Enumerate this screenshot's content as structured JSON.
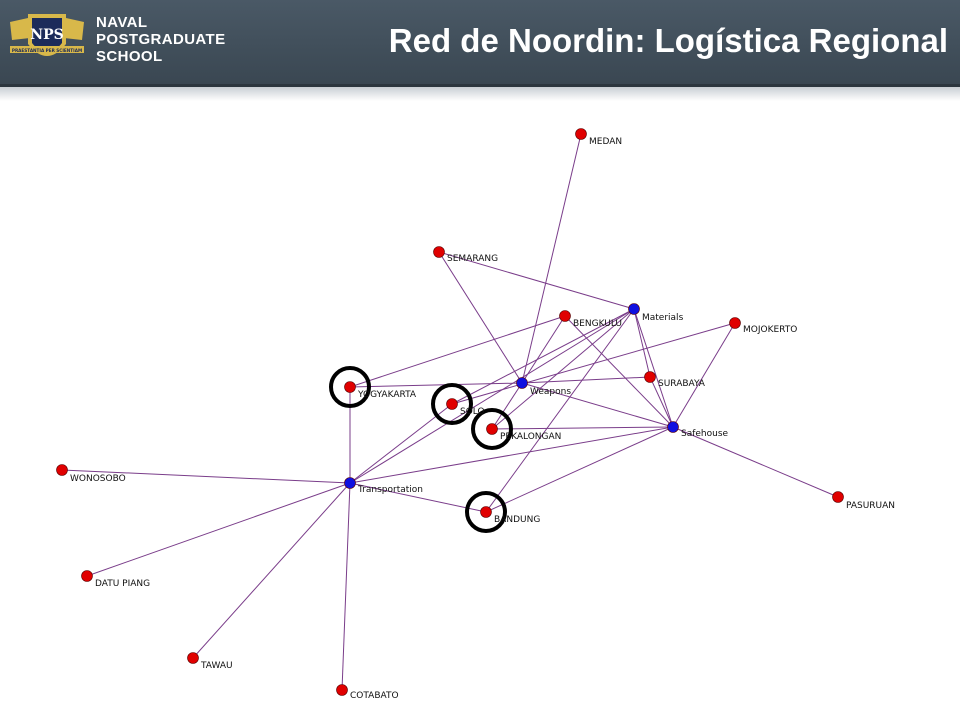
{
  "header": {
    "school_lines": [
      "NAVAL",
      "POSTGRADUATE",
      "SCHOOL"
    ],
    "logo_text": "NPS",
    "motto": "PRAESTANTIA PER SCIENTIAM",
    "title": "Red de Noordin: Logística Regional"
  },
  "colors": {
    "header_bg": "#414f5b",
    "edge": "#7a3d8a",
    "city_node": "#e00000",
    "hub_node": "#1010e0",
    "highlight_ring": "#000000"
  },
  "network": {
    "nodes": [
      {
        "id": "medan",
        "label": "MEDAN",
        "kind": "city"
      },
      {
        "id": "semarang",
        "label": "SEMARANG",
        "kind": "city"
      },
      {
        "id": "bengkulu",
        "label": "BENGKULU",
        "kind": "city"
      },
      {
        "id": "materials",
        "label": "Materials",
        "kind": "hub"
      },
      {
        "id": "mojokerto",
        "label": "MOJOKERTO",
        "kind": "city"
      },
      {
        "id": "yogyakarta",
        "label": "YOGYAKARTA",
        "kind": "city",
        "highlighted": true
      },
      {
        "id": "weapons",
        "label": "Weapons",
        "kind": "hub"
      },
      {
        "id": "surabaya",
        "label": "SURABAYA",
        "kind": "city"
      },
      {
        "id": "solo",
        "label": "SOLO",
        "kind": "city",
        "highlighted": true
      },
      {
        "id": "pekalongan",
        "label": "PEKALONGAN",
        "kind": "city",
        "highlighted": true
      },
      {
        "id": "safehouse",
        "label": "Safehouse",
        "kind": "hub"
      },
      {
        "id": "wonosobo",
        "label": "WONOSOBO",
        "kind": "city"
      },
      {
        "id": "transportation",
        "label": "Transportation",
        "kind": "hub"
      },
      {
        "id": "bandung",
        "label": "BANDUNG",
        "kind": "city",
        "highlighted": true
      },
      {
        "id": "pasuruan",
        "label": "PASURUAN",
        "kind": "city"
      },
      {
        "id": "datu_piang",
        "label": "DATU PIANG",
        "kind": "city"
      },
      {
        "id": "tawau",
        "label": "TAWAU",
        "kind": "city"
      },
      {
        "id": "cotabato",
        "label": "COTABATO",
        "kind": "city"
      }
    ],
    "edges": [
      [
        "medan",
        "weapons"
      ],
      [
        "semarang",
        "weapons"
      ],
      [
        "semarang",
        "materials"
      ],
      [
        "bengkulu",
        "weapons"
      ],
      [
        "bengkulu",
        "safehouse"
      ],
      [
        "yogyakarta",
        "bengkulu"
      ],
      [
        "yogyakarta",
        "weapons"
      ],
      [
        "yogyakarta",
        "transportation"
      ],
      [
        "materials",
        "solo"
      ],
      [
        "materials",
        "pekalongan"
      ],
      [
        "materials",
        "bandung"
      ],
      [
        "materials",
        "safehouse"
      ],
      [
        "materials",
        "surabaya"
      ],
      [
        "materials",
        "transportation"
      ],
      [
        "mojokerto",
        "safehouse"
      ],
      [
        "mojokerto",
        "solo"
      ],
      [
        "weapons",
        "surabaya"
      ],
      [
        "weapons",
        "safehouse"
      ],
      [
        "weapons",
        "pekalongan"
      ],
      [
        "surabaya",
        "safehouse"
      ],
      [
        "pekalongan",
        "safehouse"
      ],
      [
        "solo",
        "transportation"
      ],
      [
        "transportation",
        "safehouse"
      ],
      [
        "transportation",
        "wonosobo"
      ],
      [
        "transportation",
        "datu_piang"
      ],
      [
        "transportation",
        "tawau"
      ],
      [
        "transportation",
        "cotabato"
      ],
      [
        "transportation",
        "bandung"
      ],
      [
        "bandung",
        "safehouse"
      ],
      [
        "safehouse",
        "pasuruan"
      ]
    ]
  }
}
